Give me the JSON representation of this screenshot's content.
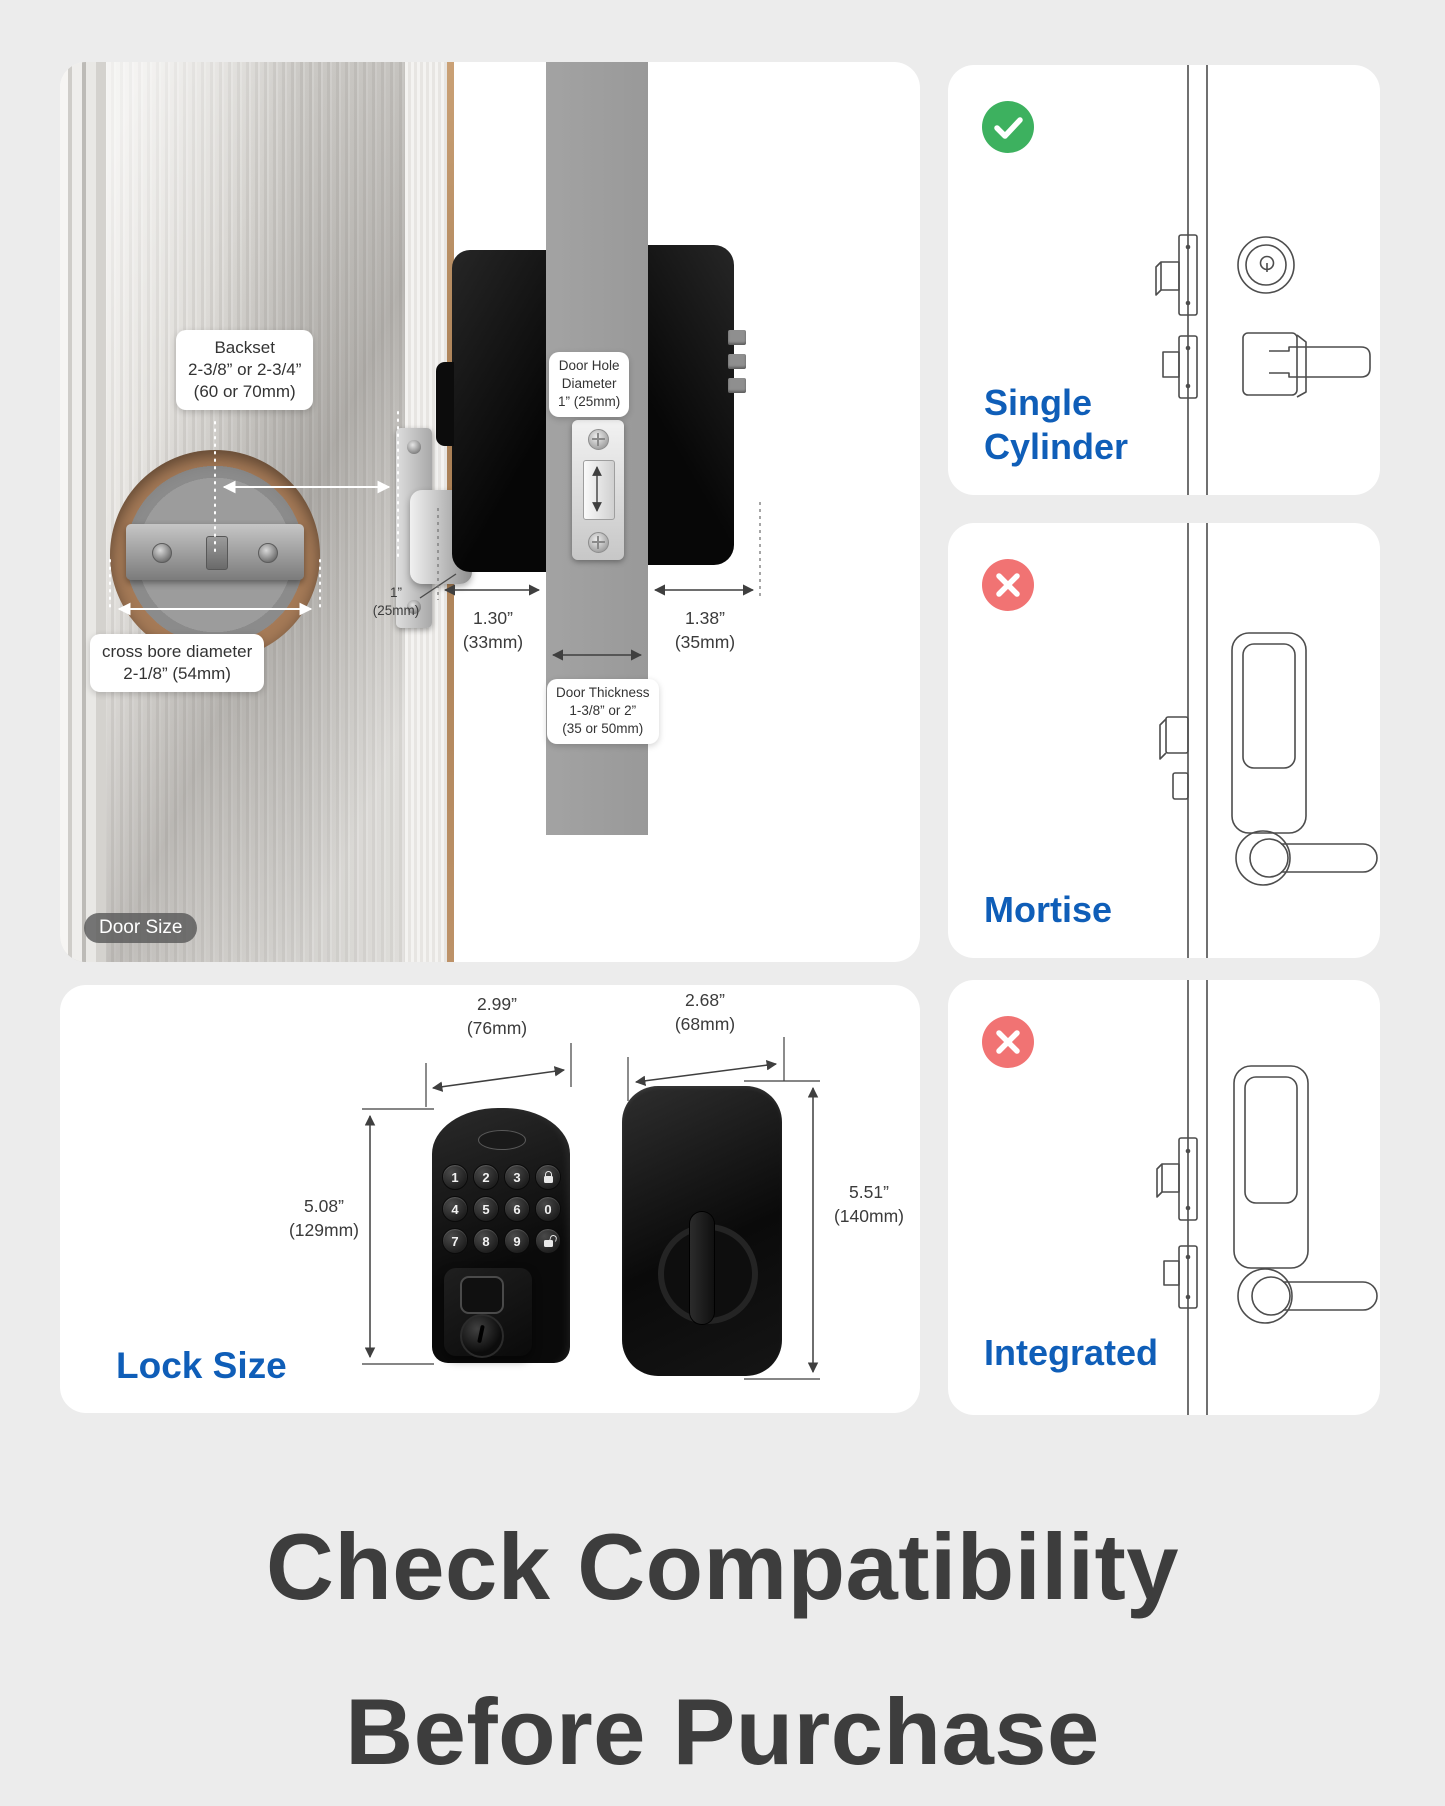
{
  "heading": {
    "line1": "Check Compatibility",
    "line2": "Before Purchase"
  },
  "door_size": {
    "badge": "Door Size",
    "backset": {
      "l1": "Backset",
      "l2": "2-3/8” or 2-3/4”",
      "l3": "(60 or 70mm)"
    },
    "cross_bore": {
      "l1": "cross bore diameter",
      "l2": "2-1/8” (54mm)"
    },
    "latch_depth": {
      "l1": "1”",
      "l2": "(25mm)"
    },
    "door_hole": {
      "l1": "Door Hole",
      "l2": "Diameter",
      "l3": "1” (25mm)"
    },
    "exterior_depth": {
      "l1": "1.30”",
      "l2": "(33mm)"
    },
    "interior_depth": {
      "l1": "1.38”",
      "l2": "(35mm)"
    },
    "door_thickness": {
      "l1": "Door Thickness",
      "l2": "1-3/8” or 2”",
      "l3": "(35 or 50mm)"
    }
  },
  "lock_size": {
    "label": "Lock Size",
    "front_width": {
      "l1": "2.99”",
      "l2": "(76mm)"
    },
    "back_width": {
      "l1": "2.68”",
      "l2": "(68mm)"
    },
    "front_height": {
      "l1": "5.08”",
      "l2": "(129mm)"
    },
    "back_height": {
      "l1": "5.51”",
      "l2": "(140mm)"
    },
    "keypad": [
      "1",
      "2",
      "3",
      "lock",
      "4",
      "5",
      "6",
      "0",
      "7",
      "8",
      "9",
      "unlock"
    ]
  },
  "compatibility": [
    {
      "label_l1": "Single",
      "label_l2": "Cylinder",
      "status": "compatible"
    },
    {
      "label_l1": "Mortise",
      "label_l2": "",
      "status": "incompatible"
    },
    {
      "label_l1": "Integrated",
      "label_l2": "",
      "status": "incompatible"
    }
  ],
  "colors": {
    "accent_blue": "#0f5eb8",
    "check_green": "#3db15f",
    "cross_red": "#f17373",
    "page_bg": "#ececec",
    "heading_gray": "#3d3d3d"
  }
}
